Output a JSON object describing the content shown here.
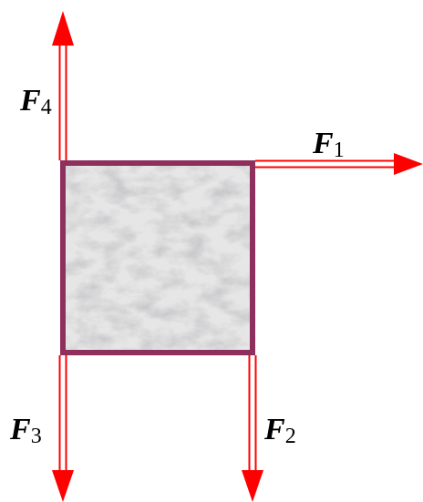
{
  "diagram": {
    "block": {
      "border_color": "#8e2f5e",
      "fill_texture": "marble",
      "fill_base": "#e6e6e6"
    },
    "arrow_color": "#ff0000",
    "forces": [
      {
        "id": "f1",
        "symbol": "F",
        "subscript": "1",
        "direction": "right"
      },
      {
        "id": "f2",
        "symbol": "F",
        "subscript": "2",
        "direction": "down"
      },
      {
        "id": "f3",
        "symbol": "F",
        "subscript": "3",
        "direction": "down"
      },
      {
        "id": "f4",
        "symbol": "F",
        "subscript": "4",
        "direction": "up"
      }
    ]
  }
}
